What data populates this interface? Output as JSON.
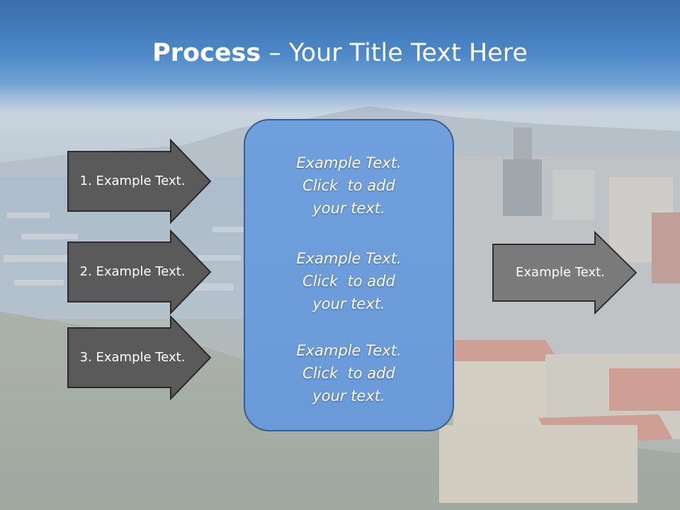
{
  "slide": {
    "title_bold": "Process",
    "title_rest": " – Your Title Text Here"
  },
  "left_steps": [
    {
      "label": "1. Example Text."
    },
    {
      "label": "2. Example Text."
    },
    {
      "label": "3. Example Text."
    }
  ],
  "center_box": {
    "paragraphs": [
      {
        "lines": [
          "Example Text.",
          "Click  to add",
          "your text."
        ]
      },
      {
        "lines": [
          "Example Text.",
          "Click  to add",
          "your text."
        ]
      },
      {
        "lines": [
          "Example Text.",
          "Click  to add",
          "your text."
        ]
      }
    ]
  },
  "right_output": {
    "label": "Example Text."
  },
  "colors": {
    "title_band": "#4a86c6",
    "step_arrow_fill": "#5a5a5a",
    "output_arrow_fill": "#7a7a7a",
    "center_box_fill": "#6a9ad8",
    "center_box_border": "#3a5f8d"
  }
}
